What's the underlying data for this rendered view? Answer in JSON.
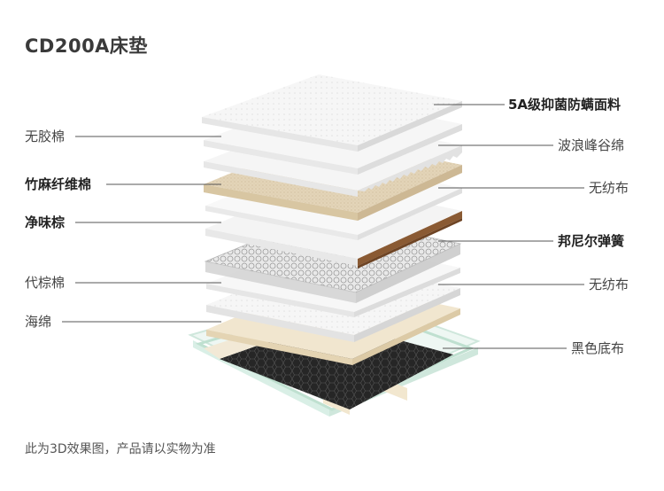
{
  "title": "CD200A床垫",
  "layers_left": [
    {
      "label": "无胶棉",
      "emphasis": false
    },
    {
      "label": "竹麻纤维棉",
      "emphasis": true
    },
    {
      "label": "净味棕",
      "emphasis": true
    },
    {
      "label": "代棕棉",
      "emphasis": false
    },
    {
      "label": "海绵",
      "emphasis": false
    }
  ],
  "layers_right": [
    {
      "label": "5A级抑菌防螨面料",
      "emphasis": true
    },
    {
      "label": "波浪峰谷绵",
      "emphasis": false
    },
    {
      "label": "无纺布",
      "emphasis": false
    },
    {
      "label": "邦尼尔弹簧",
      "emphasis": true
    },
    {
      "label": "无纺布",
      "emphasis": false
    },
    {
      "label": "黑色底布",
      "emphasis": false
    }
  ],
  "footer_note": "此为3D效果图，产品请以实物为准",
  "colors": {
    "fabric": "#f4f4f4",
    "bamboo_fiber": "#eadcc2",
    "palm": "#8a5a33",
    "foam": "#f1e6cf",
    "frame": "#cfe7dc",
    "bottom_cloth": "#2b2b2b"
  }
}
